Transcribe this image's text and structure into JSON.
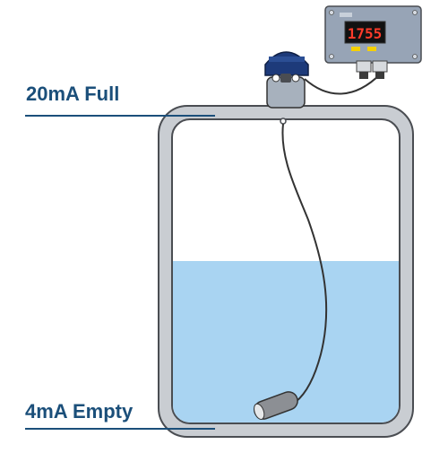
{
  "levels": {
    "full_label": "20mA Full",
    "empty_label": "4mA Empty"
  },
  "display": {
    "reading": "1755"
  },
  "colors": {
    "label_text": "#1b4f7a",
    "level_line": "#1b4f7a",
    "tank_frame": "#c9cdd2",
    "tank_outline": "#4a4d52",
    "liquid": "#a9d4f2",
    "display_digits": "#ff3b2a",
    "housing": "#97a4b6",
    "sensor_cap": "#1d3a7a"
  },
  "icons": {
    "sensor_head": "ultrasonic-sensor-head-icon",
    "display_box": "digital-display-box-icon",
    "probe": "submersible-pressure-probe-icon"
  }
}
